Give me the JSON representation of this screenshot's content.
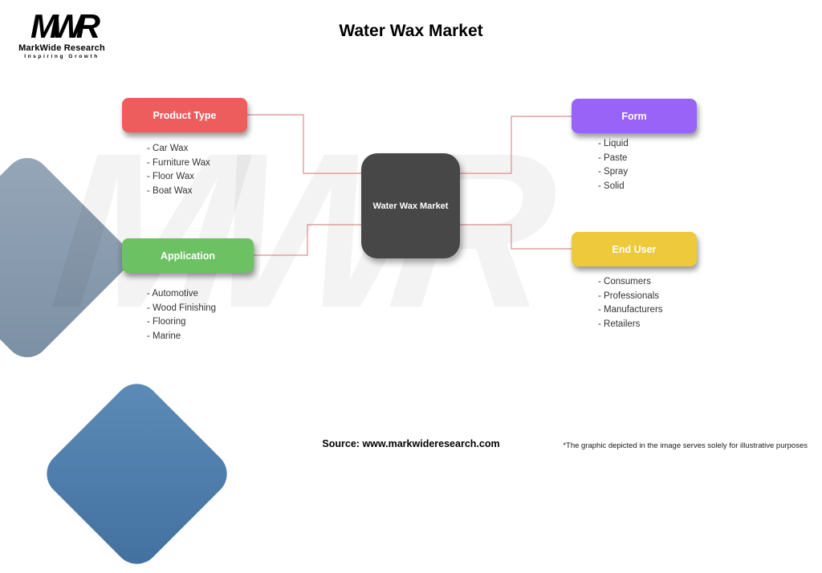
{
  "title": "Water Wax Market",
  "logo": {
    "acronym": "MWR",
    "name": "MarkWide Research",
    "tagline": "Inspiring Growth"
  },
  "watermark": "MWR",
  "center": {
    "label": "Water Wax Market",
    "color": "#474747"
  },
  "nodes": {
    "product_type": {
      "label": "Product Type",
      "color": "#ee5d5d",
      "items": [
        "- Car Wax",
        "- Furniture Wax",
        "- Floor Wax",
        "- Boat Wax"
      ]
    },
    "form": {
      "label": "Form",
      "color": "#9a63f8",
      "items": [
        "- Liquid",
        "- Paste",
        "- Spray",
        "- Solid"
      ]
    },
    "application": {
      "label": "Application",
      "color": "#6cc162",
      "items": [
        "- Automotive",
        "- Wood Finishing",
        "- Flooring",
        "- Marine"
      ]
    },
    "end_user": {
      "label": "End User",
      "color": "#edc93b",
      "items": [
        "- Consumers",
        "- Professionals",
        "- Manufacturers",
        "- Retailers"
      ]
    }
  },
  "connector_color": "#d98f8f",
  "footer": {
    "source_label": "Source:",
    "source_url": "www.markwideresearch.com",
    "disclaimer": "*The graphic depicted in the image serves solely for illustrative purposes"
  }
}
